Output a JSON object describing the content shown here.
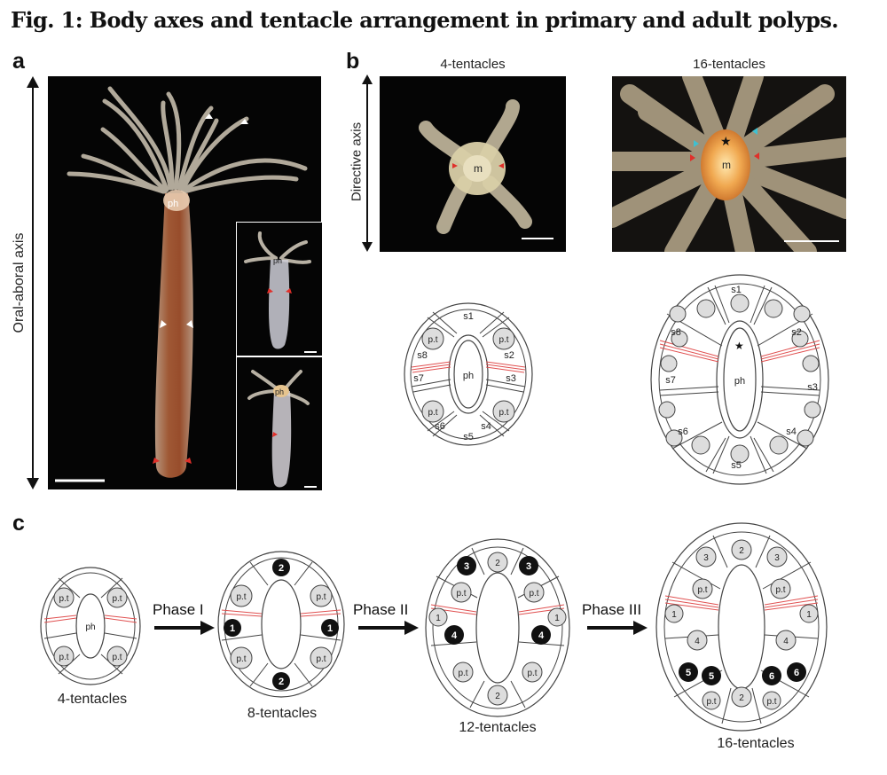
{
  "figure": {
    "title": "Fig. 1: Body axes and tentacle arrangement in primary and adult polyps."
  },
  "panel_a": {
    "label": "a",
    "axis_label": "Oral-aboral axis",
    "main_photo": {
      "marker_ph": "ph"
    },
    "inset_top": {
      "marker_ph": "ph"
    },
    "inset_bottom": {
      "marker_ph": "ph"
    }
  },
  "panel_b": {
    "label": "b",
    "axis_label": "Directive axis",
    "photo_4": {
      "title": "4-tentacles",
      "marker_m": "m"
    },
    "photo_16": {
      "title": "16-tentacles",
      "marker_m": "m"
    },
    "diagram_4": {
      "segments": [
        "s1",
        "s2",
        "s3",
        "s4",
        "s5",
        "s6",
        "s7",
        "s8"
      ],
      "pharynx": "ph",
      "tentacle_label": "p.t"
    },
    "diagram_16": {
      "segments": [
        "s1",
        "s2",
        "s3",
        "s4",
        "s5",
        "s6",
        "s7",
        "s8"
      ],
      "pharynx": "ph"
    }
  },
  "panel_c": {
    "label": "c",
    "stages": [
      {
        "label": "4-tentacles"
      },
      {
        "label": "8-tentacles"
      },
      {
        "label": "12-tentacles"
      },
      {
        "label": "16-tentacles"
      }
    ],
    "phases": [
      "Phase I",
      "Phase II",
      "Phase III"
    ],
    "pharynx": "ph",
    "tentacle_label": "p.t",
    "numbers": [
      "1",
      "2",
      "3",
      "4",
      "5",
      "6"
    ]
  }
}
